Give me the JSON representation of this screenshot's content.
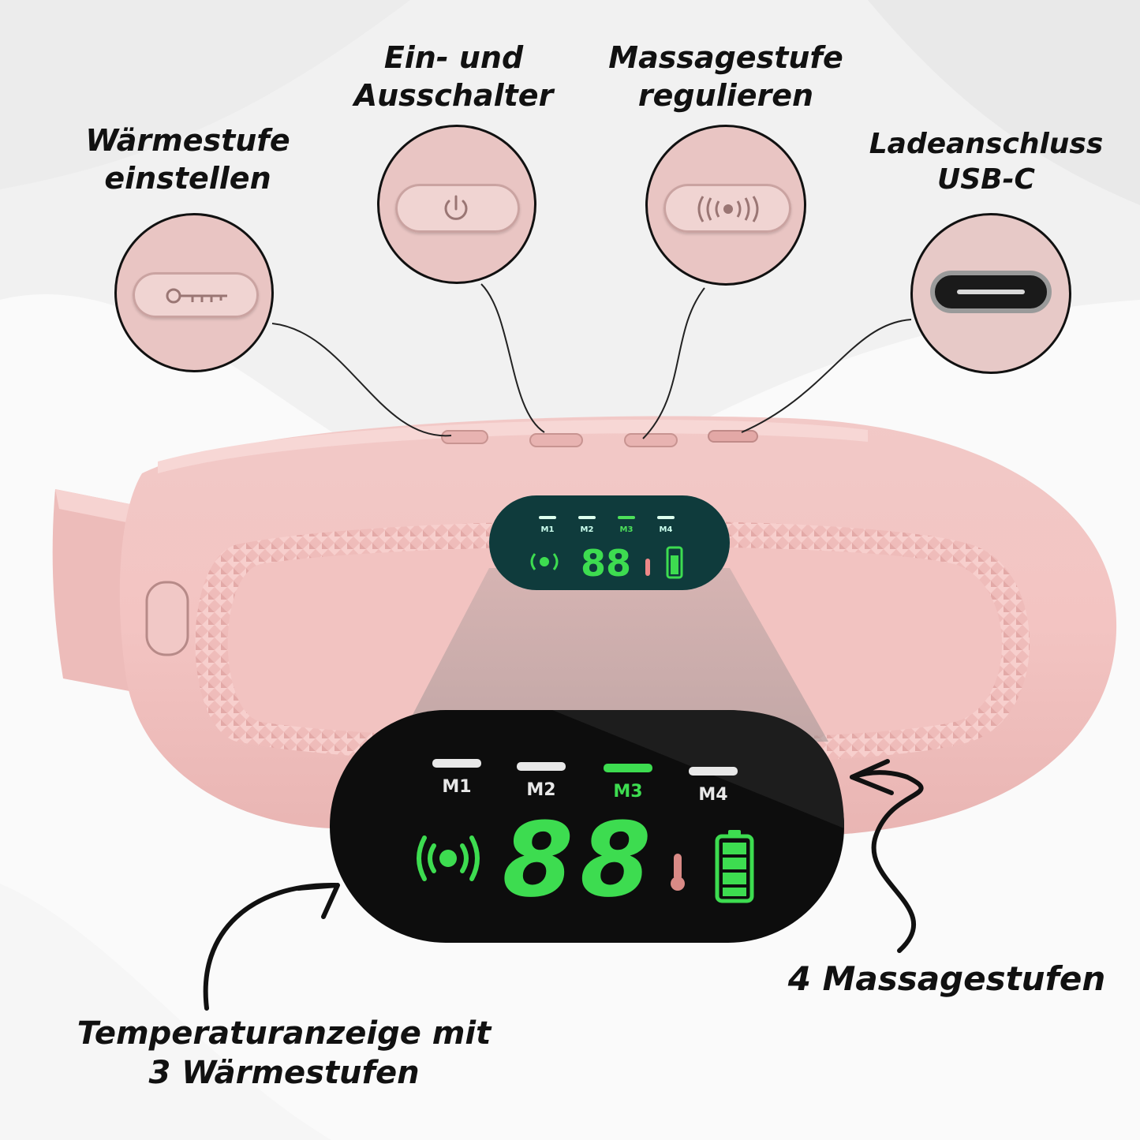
{
  "labels": {
    "heat_setting": [
      "Wärmestufe",
      "einstellen"
    ],
    "power_switch": [
      "Ein- und",
      "Ausschalter"
    ],
    "massage_adjust": [
      "Massagestufe",
      "regulieren"
    ],
    "usb_port": [
      "Ladeanschluss",
      "USB-C"
    ],
    "temperature_display": [
      "Temperaturanzeige mit",
      "3 Wärmestufen"
    ],
    "massage_levels": [
      "4 Massagestufen"
    ]
  },
  "display": {
    "modes": [
      "M1",
      "M2",
      "M3",
      "M4"
    ],
    "active_mode": "M3",
    "digits": "88",
    "battery_level_fraction": 1.0
  },
  "colors": {
    "device_pink": "#f1c3c1",
    "display_green": "#3ddc50",
    "display_black": "#0d0d0d",
    "background": "#f3f3f3"
  },
  "icons": [
    "key-icon",
    "power-icon",
    "vibration-icon",
    "usb-c-icon",
    "thermometer-icon",
    "battery-icon"
  ]
}
